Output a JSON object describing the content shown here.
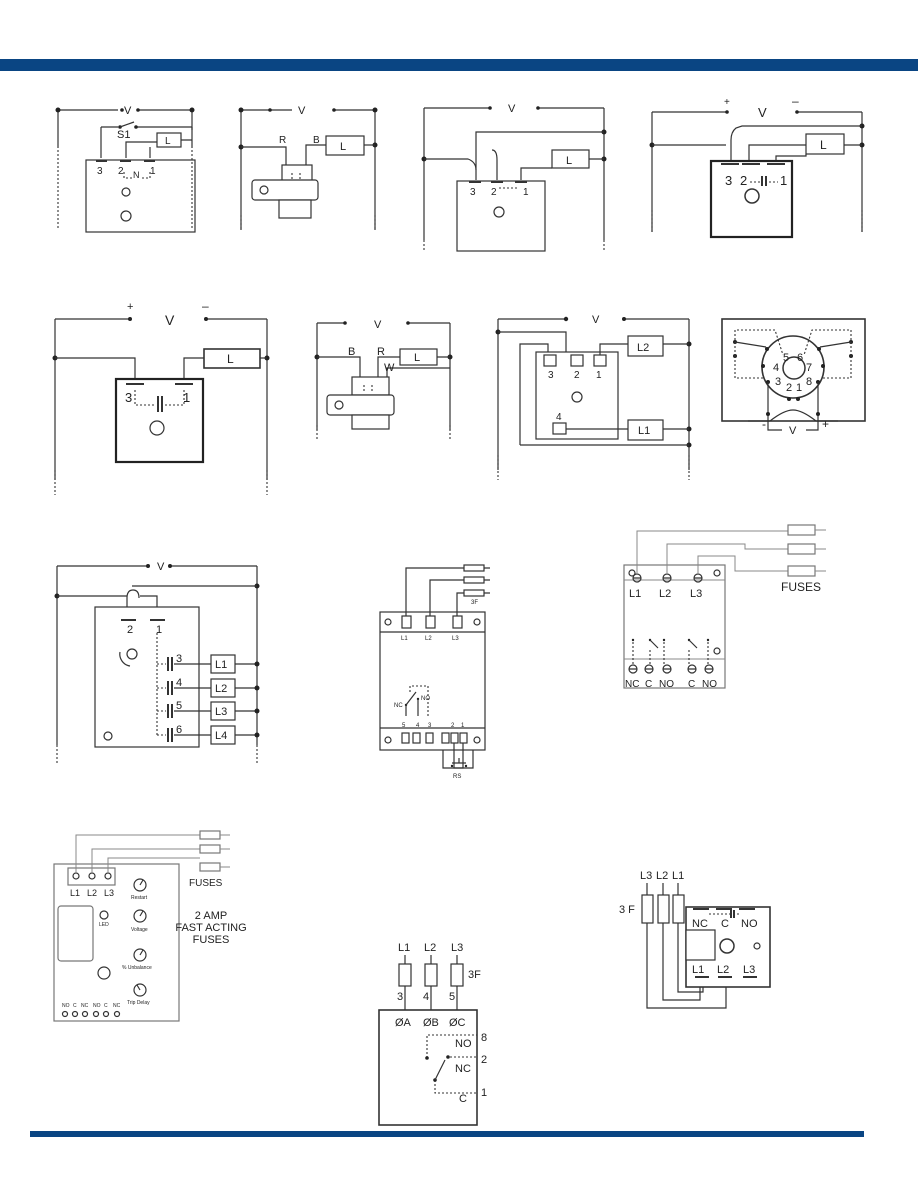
{
  "colors": {
    "header_bar": "#0a4583",
    "footer_bar": "#0a4583",
    "line": "#333333"
  },
  "d1": {
    "v": "V",
    "s1": "S1",
    "l": "L",
    "t3": "3",
    "t2": "2",
    "t1": "1",
    "n": "N"
  },
  "d2": {
    "v": "V",
    "r": "R",
    "b": "B",
    "l": "L"
  },
  "d3": {
    "v": "V",
    "l": "L",
    "t3": "3",
    "t2": "2",
    "t1": "1"
  },
  "d4": {
    "plus": "+",
    "v": "V",
    "minus": "–",
    "l": "L",
    "t3": "3",
    "t2": "2",
    "t1": "1"
  },
  "d5": {
    "plus": "+",
    "v": "V",
    "minus": "–",
    "l": "L",
    "t3": "3",
    "t1": "1"
  },
  "d6": {
    "v": "V",
    "b": "B",
    "r": "R",
    "w": "W",
    "l": "L"
  },
  "d7": {
    "v": "V",
    "l2": "L2",
    "l1": "L1",
    "t3": "3",
    "t2": "2",
    "t1": "1",
    "t4": "4"
  },
  "d8": {
    "p5": "5",
    "p6": "6",
    "p4": "4",
    "p7": "7",
    "p3": "3",
    "p8": "8",
    "p2": "2",
    "p1": "1",
    "minus": "-",
    "v": "V",
    "plus": "+"
  },
  "d9": {
    "v": "V",
    "t2": "2",
    "t1": "1",
    "t3": "3",
    "t4": "4",
    "t5": "5",
    "t6": "6",
    "l1": "L1",
    "l2": "L2",
    "l3": "L3",
    "l4": "L4"
  },
  "d10": {
    "f3": "3F",
    "l1": "L1",
    "l2": "L2",
    "l3": "L3",
    "nc": "NC",
    "no": "NO",
    "b5": "5",
    "b4": "4",
    "b3": "3",
    "b2": "2",
    "b1": "1",
    "rs": "RS"
  },
  "d11": {
    "l1": "L1",
    "l2": "L2",
    "l3": "L3",
    "fuses": "FUSES",
    "nc1": "NC",
    "c1": "C",
    "no1": "NO",
    "c2": "C",
    "no2": "NO"
  },
  "d12": {
    "l1": "L1",
    "l2": "L2",
    "l3": "L3",
    "fuses": "FUSES",
    "led": "LED",
    "restart": "Restart",
    "voltage": "Voltage",
    "unbalance": "% Unbalance",
    "tripdelay": "Trip Delay",
    "note1": "2 AMP",
    "note2": "FAST ACTING",
    "note3": "FUSES",
    "terms": [
      "NO",
      "C",
      "NC",
      "NO",
      "C",
      "NC"
    ]
  },
  "d13": {
    "l1": "L1",
    "l2": "L2",
    "l3": "L3",
    "f3": "3F",
    "n3": "3",
    "n4": "4",
    "n5": "5",
    "oa": "ØA",
    "ob": "ØB",
    "oc": "ØC",
    "n8": "8",
    "no": "NO",
    "n2": "2",
    "nc": "NC",
    "n1": "1",
    "c": "C"
  },
  "d14": {
    "l3": "L3",
    "l2": "L2",
    "l1": "L1",
    "f3": "3 F",
    "nc": "NC",
    "c": "C",
    "no": "NO",
    "b1": "L1",
    "b2": "L2",
    "b3": "L3"
  }
}
